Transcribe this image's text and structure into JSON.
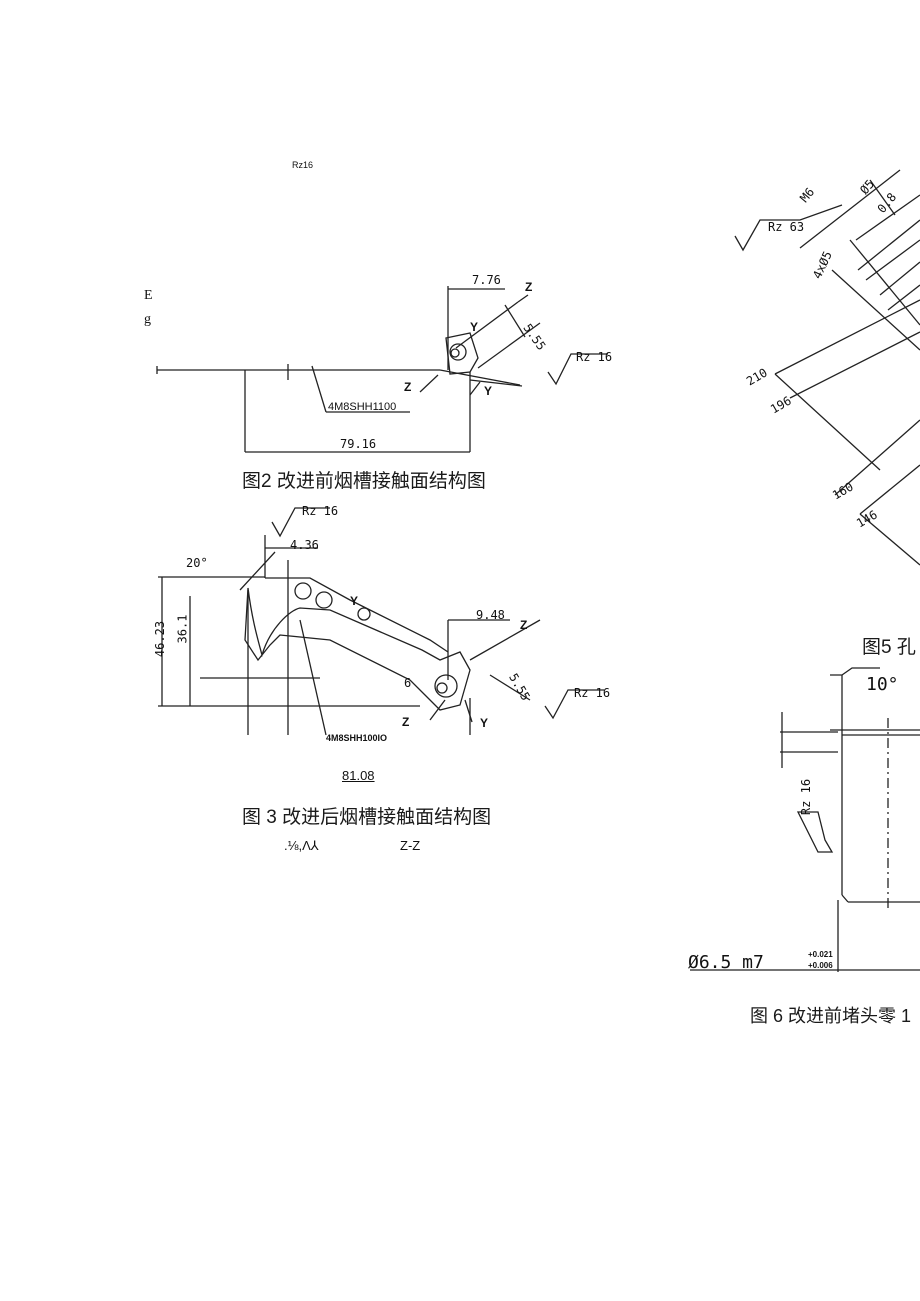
{
  "left": {
    "top_fragment": "Rz16",
    "margin_letters": [
      "E",
      "g"
    ],
    "fig2": {
      "dims": {
        "d1": "7.76",
        "d2": "5.55",
        "d3": "79.16"
      },
      "rz": "Rz 16",
      "part": "4M8SHH1100",
      "z_top": "Z",
      "z_bottom": "Z",
      "y_top": "Y",
      "y_bottom": "Y",
      "caption": "图2 改进前烟槽接触面结构图"
    },
    "fig3": {
      "rz_top": "Rz 16",
      "rz_right": "Rz 16",
      "angle": "20°",
      "dims": {
        "d1": "4.36",
        "d2": "9.48",
        "d3": "5.55",
        "d4": "46.23",
        "d5": "36.1",
        "d6": "6"
      },
      "z_top": "Z",
      "z_bottom": "Z",
      "y_label": "Y",
      "y_bottom": "Y",
      "part": "4M8SHH100IO",
      "length": "81.08",
      "caption": "图 3 改进后烟槽接触面结构图",
      "bottom_left": ".⅛,Λ⅄",
      "bottom_right": "Z-Z"
    }
  },
  "right": {
    "fig5": {
      "rz": "Rz 63",
      "thread": "M6",
      "d_hole": "Ø5",
      "d_small": "0.8",
      "holes": "4xØ5",
      "dims": [
        "210",
        "196",
        "160",
        "146"
      ],
      "caption": "图5 孔"
    },
    "fig6": {
      "angle": "10°",
      "rz": "Rz 16",
      "diameter": "Ø6.5 m7",
      "tol_upper": "+0.021",
      "tol_lower": "+0.006",
      "caption": "图 6 改进前堵头零 1"
    }
  }
}
